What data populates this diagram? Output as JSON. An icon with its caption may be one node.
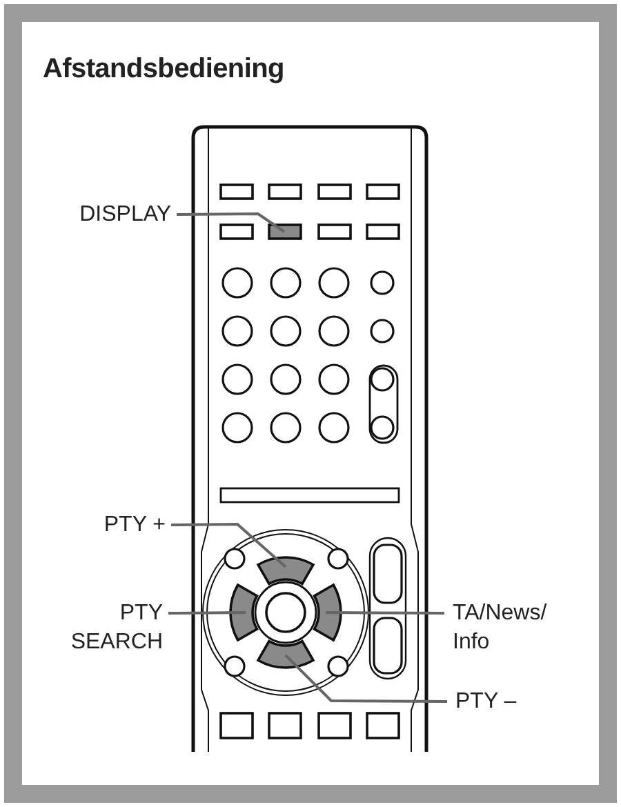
{
  "diagram": {
    "title": "Afstandsbediening",
    "nodes": [
      {
        "text": [
          "DISPLAY"
        ]
      },
      {
        "text": [],
        "shape": "box"
      },
      {
        "text": [
          "PTY +"
        ]
      },
      {
        "text": [],
        "shape": "box"
      },
      {
        "text": [
          "PTY SEARCH"
        ]
      },
      {
        "text": [],
        "shape": "box"
      },
      {
        "text": [
          "TA/News/ Info"
        ]
      },
      {
        "text": [],
        "shape": "box"
      },
      {
        "text": [
          "PTY –"
        ]
      },
      {
        "text": [],
        "shape": "box"
      }
    ],
    "edges": [
      {
        "from": 0,
        "to": 1,
        "arrow": "none"
      },
      {
        "from": 2,
        "to": 3,
        "arrow": "none"
      },
      {
        "from": 4,
        "to": 5,
        "arrow": "none"
      },
      {
        "from": 6,
        "to": 7,
        "arrow": "none"
      },
      {
        "from": 8,
        "to": 9,
        "arrow": "none"
      }
    ]
  }
}
